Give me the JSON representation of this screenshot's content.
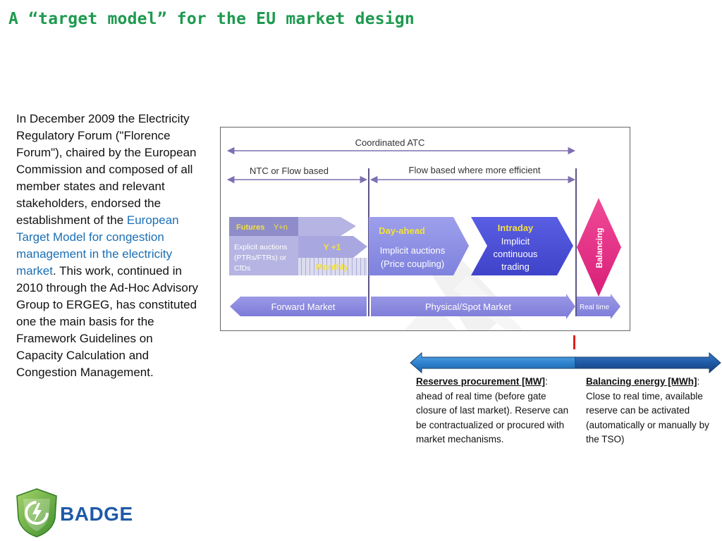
{
  "title": "A “target model” for the EU market design",
  "intro": {
    "before_link": "In December 2009 the Electricity Regulatory Forum (\"Florence Forum\"), chaired by the European Commission and composed of all member states and relevant stakeholders, endorsed the establishment of the ",
    "link": "European Target Model for congestion management in the electricity market",
    "after_link": ". This work, continued in 2010 through the Ad-Hoc Advisory Group to ERGEG, has constituted one the main basis for the Framework Guidelines on Capacity Calculation and Congestion Management."
  },
  "diagram": {
    "coordinated_atc": "Coordinated ATC",
    "ntc_flow": "NTC or Flow based",
    "flow_efficient": "Flow based where more efficient",
    "futures_a": "Futures",
    "futures_b": "Y+n",
    "explicit_1": "Explicit auctions",
    "explicit_2": "(PTRs/FTRs) or",
    "explicit_3": "CfDs",
    "y1": "Y +1",
    "monthly": "Monthly",
    "dayahead_title": "Day-ahead",
    "dayahead_1": "Implicit auctions",
    "dayahead_2": "(Price coupling)",
    "intraday_title": "Intraday",
    "intraday_1": "Implicit",
    "intraday_2": "continuous",
    "intraday_3": "trading",
    "balancing": "Balancing",
    "forward": "Forward Market",
    "spot": "Physical/Spot Market",
    "realtime": "Real time"
  },
  "notes": {
    "reserves_heading": "Reserves procurement [MW]",
    "reserves_body": ": ahead of real time  (before gate closure of last market). Reserve can be contractualized or procured with market mechanisms.",
    "balancing_heading": "Balancing energy [MWh]",
    "balancing_body": ": Close to real time, available reserve can be activated (automatically or manually by the TSO)"
  },
  "logo": {
    "text": "BADGE"
  },
  "colors": {
    "title": "#1e9a4f",
    "link": "#1b6fb5",
    "intraday": "#4f52d8",
    "dayahead": "#8c8ee6",
    "balancing": "#e8338b",
    "timeline_left": "#3a8fd6",
    "timeline_right": "#1f5fae",
    "marker": "#e0201b"
  }
}
